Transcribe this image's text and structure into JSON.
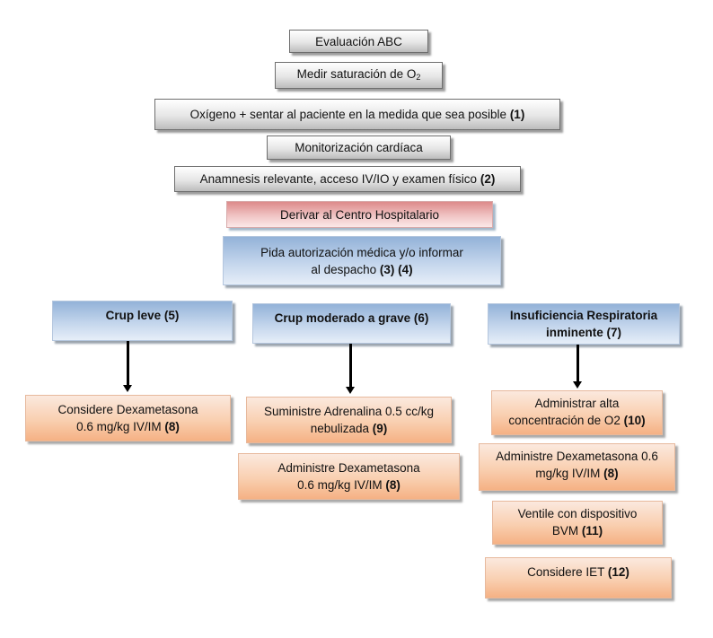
{
  "flowchart": {
    "steps": [
      {
        "text": "Evaluación ABC",
        "ref": ""
      },
      {
        "text": "Medir saturación de O",
        "subscript": "2",
        "ref": ""
      },
      {
        "text": "Oxígeno + sentar al paciente en la medida que sea posible",
        "ref": "(1)"
      },
      {
        "text": "Monitorización cardíaca",
        "ref": ""
      },
      {
        "text": "Anamnesis relevante, acceso IV/IO y examen físico",
        "ref": "(2)"
      },
      {
        "text": "Derivar al Centro Hospitalario",
        "ref": ""
      },
      {
        "text": "Pida autorización médica y/o informar al despacho",
        "ref": "(3) (4)"
      }
    ],
    "branches": [
      {
        "title": "Crup leve (5)",
        "actions": [
          {
            "text": "Considere Dexametasona 0.6 mg/kg IV/IM",
            "ref": "(8)"
          }
        ]
      },
      {
        "title": "Crup moderado a grave (6)",
        "actions": [
          {
            "text": "Suministre Adrenalina 0.5 cc/kg nebulizada",
            "ref": "(9)"
          },
          {
            "text": "Administre Dexametasona 0.6 mg/kg IV/IM",
            "ref": "(8)"
          }
        ]
      },
      {
        "title": "Insuficiencia Respiratoria inminente (7)",
        "actions": [
          {
            "text": "Administrar alta concentración de O2",
            "ref": "(10)"
          },
          {
            "text": "Administre Dexametasona 0.6 mg/kg IV/IM",
            "ref": "(8)"
          },
          {
            "text": "Ventile con dispositivo BVM",
            "ref": "(11)"
          },
          {
            "text": "Considere IET",
            "ref": "(12)"
          }
        ]
      }
    ],
    "colors": {
      "general_step": "#e6e6e6",
      "referral": "#f0c4c4",
      "decision": "#c3d5ec",
      "treatment": "#f9cfb0"
    }
  }
}
